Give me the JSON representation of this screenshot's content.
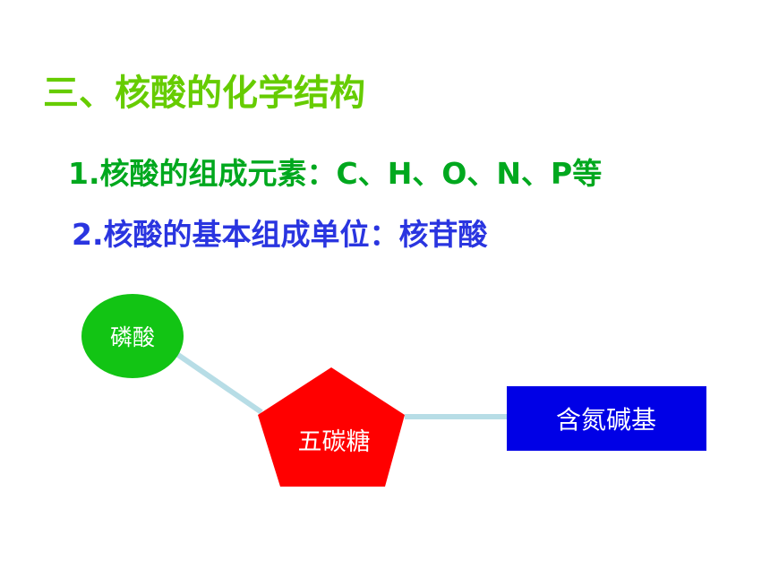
{
  "colors": {
    "title": "#66cc00",
    "line1": "#00a81e",
    "line2": "#2a35e0",
    "phosphate": "#12c414",
    "sugar": "#ff0000",
    "base": "#0000e6",
    "connector": "#b7dde6"
  },
  "heading": {
    "title": "三、核酸的化学结构",
    "line1": "1.核酸的组成元素：C、H、O、N、P等",
    "line2": "2.核酸的基本组成单位：核苷酸"
  },
  "diagram": {
    "phosphate": "磷酸",
    "sugar": "五碳糖",
    "base": "含氮碱基"
  }
}
